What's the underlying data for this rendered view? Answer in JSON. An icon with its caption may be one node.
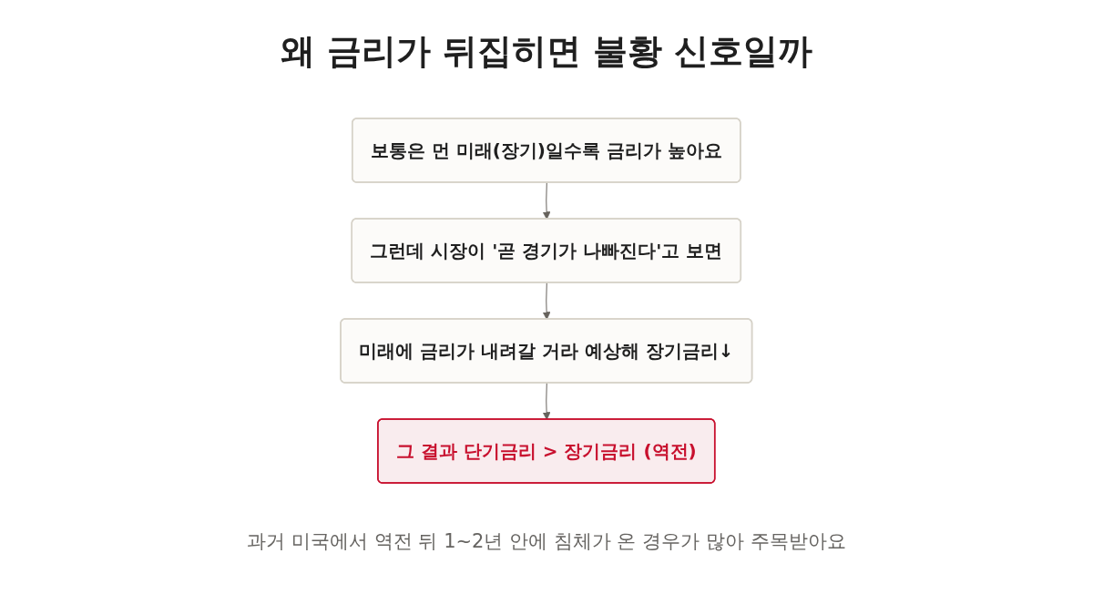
{
  "diagram": {
    "title": "왜 금리가 뒤집히면 불황 신호일까",
    "nodes": [
      {
        "text": [
          "보통은 먼 미래(장기)일수록 금리가 높아요"
        ]
      },
      {
        "text": [
          "그런데 시장이 '곧 경기가 나빠진다'고 보면"
        ]
      },
      {
        "text": [
          "미래에 금리가 내려갈 거라 예상해 장기금리↓"
        ]
      },
      {
        "text": [
          "그 결과 단기금리 > 장기금리 (역전)"
        ]
      }
    ],
    "edges": [
      {
        "from": 0,
        "to": 1,
        "arrow": "to"
      },
      {
        "from": 1,
        "to": 2,
        "arrow": "to"
      },
      {
        "from": 2,
        "to": 3,
        "arrow": "to"
      }
    ],
    "caption": "과거 미국에서 역전 뒤 1~2년 안에 침체가 온 경우가 많아 주목받아요"
  }
}
